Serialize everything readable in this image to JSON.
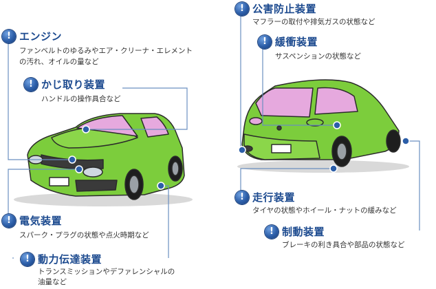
{
  "items": [
    {
      "title": "エンジン",
      "desc": [
        "ファンベルトのゆるみやエア・クリーナ・エレメント",
        "の汚れ、オイルの量など"
      ]
    },
    {
      "title": "かじ取り装置",
      "desc": [
        "ハンドルの操作具合など"
      ]
    },
    {
      "title": "電気装置",
      "desc": [
        "スパーク・プラグの状態や点火時期など"
      ]
    },
    {
      "title": "動力伝達装置",
      "desc": [
        "トランスミッションやデファレンシャルの",
        "油量など"
      ]
    },
    {
      "title": "公害防止装置",
      "desc": [
        "マフラーの取付や排気ガスの状態など"
      ]
    },
    {
      "title": "緩衝装置",
      "desc": [
        "サスペンションの状態など"
      ]
    },
    {
      "title": "走行装置",
      "desc": [
        "タイヤの状態やホイール・ナットの緩みなど"
      ]
    },
    {
      "title": "制動装置",
      "desc": [
        "ブレーキの利き具合や部品の状態など"
      ]
    }
  ],
  "icon_glyph": "!",
  "colors": {
    "accent": "#1c4a8f",
    "car_body": "#7ccd3c",
    "car_outline": "#2b2b2b",
    "glass": "#e6a9de",
    "leader_line": "#6a8fc0"
  }
}
